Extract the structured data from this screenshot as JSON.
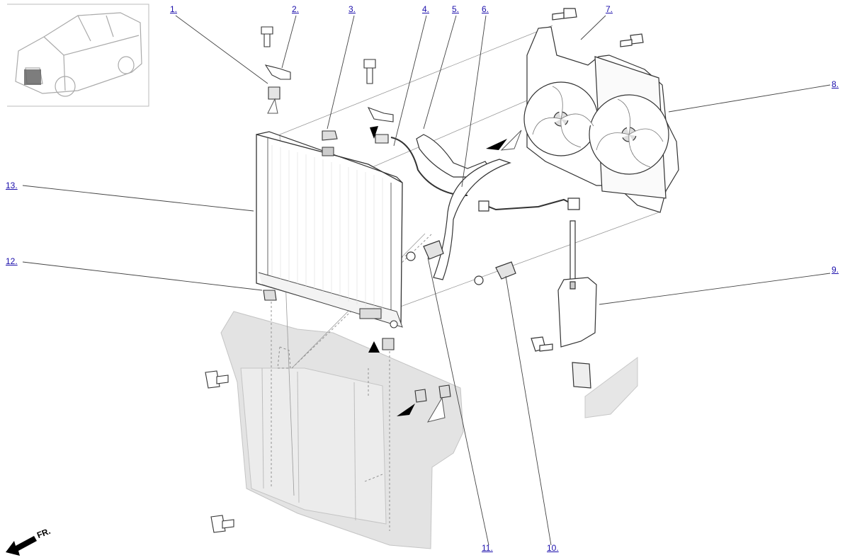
{
  "diagram": {
    "front_indicator": "FR.",
    "callouts": [
      {
        "id": "c1",
        "label": "1."
      },
      {
        "id": "c2",
        "label": "2."
      },
      {
        "id": "c3",
        "label": "3."
      },
      {
        "id": "c4",
        "label": "4."
      },
      {
        "id": "c5",
        "label": "5."
      },
      {
        "id": "c6",
        "label": "6."
      },
      {
        "id": "c7",
        "label": "7."
      },
      {
        "id": "c8",
        "label": "8."
      },
      {
        "id": "c9",
        "label": "9."
      },
      {
        "id": "c10",
        "label": "10."
      },
      {
        "id": "c11",
        "label": "11."
      },
      {
        "id": "c12",
        "label": "12."
      },
      {
        "id": "c13",
        "label": "13."
      }
    ],
    "colors": {
      "callout_link": "#1a0dab",
      "line": "#444444",
      "ghost_part": "#d8d8d8"
    }
  }
}
